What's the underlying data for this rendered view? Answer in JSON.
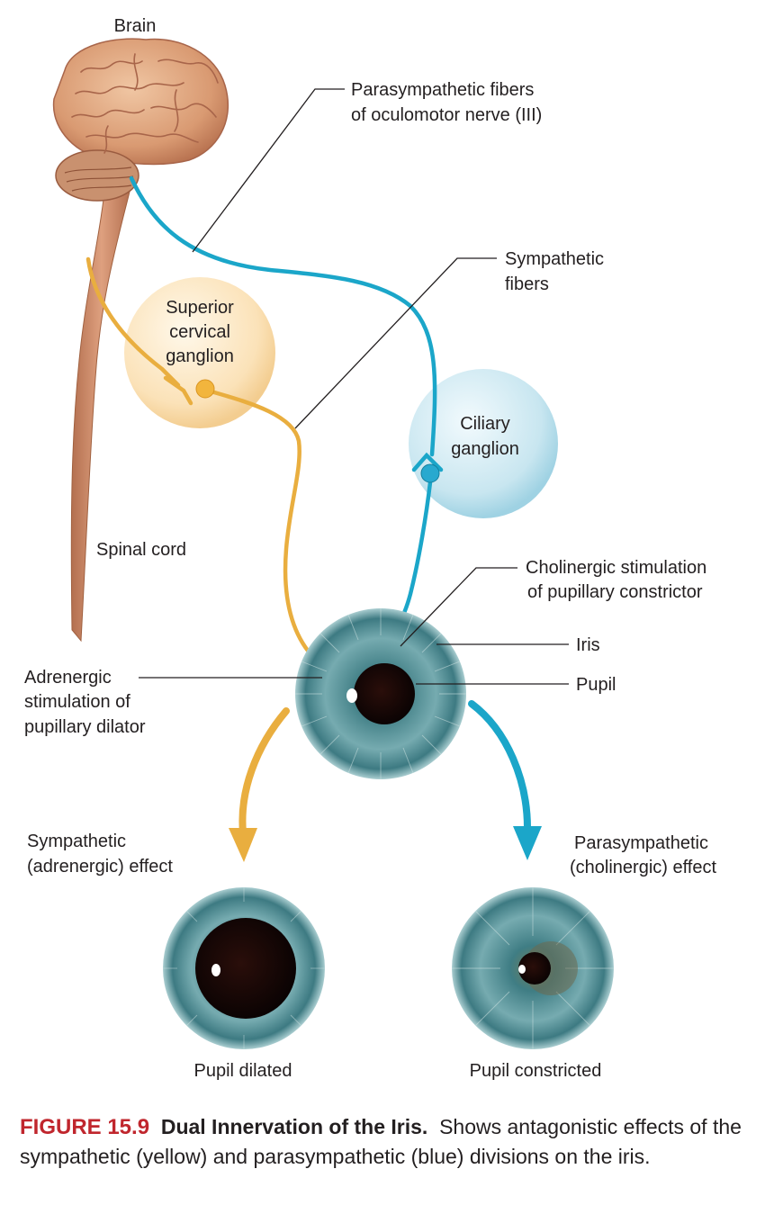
{
  "labels": {
    "brain": "Brain",
    "parasym_fibers_1": "Parasympathetic fibers",
    "parasym_fibers_2": "of oculomotor nerve (III)",
    "sym_fibers_1": "Sympathetic",
    "sym_fibers_2": "fibers",
    "superior_1": "Superior",
    "superior_2": "cervical",
    "superior_3": "ganglion",
    "ciliary_1": "Ciliary",
    "ciliary_2": "ganglion",
    "spinal_cord": "Spinal cord",
    "cholinergic_1": "Cholinergic stimulation",
    "cholinergic_2": "of pupillary constrictor",
    "iris": "Iris",
    "pupil": "Pupil",
    "adrenergic_1": "Adrenergic",
    "adrenergic_2": "stimulation of",
    "adrenergic_3": "pupillary dilator",
    "sym_effect_1": "Sympathetic",
    "sym_effect_2": "(adrenergic) effect",
    "parasym_effect_1": "Parasympathetic",
    "parasym_effect_2": "(cholinergic) effect",
    "pupil_dilated": "Pupil dilated",
    "pupil_constricted": "Pupil constricted"
  },
  "caption": {
    "figure": "FIGURE 15.9",
    "title": "Dual Innervation of the Iris.",
    "text": "Shows antagonistic effects of the sympathetic (yellow) and parasympathetic (blue) divisions on the iris."
  },
  "colors": {
    "sympathetic": "#e9ae3f",
    "parasympathetic": "#1ba6c9",
    "figure_label": "#c0262d",
    "iris": "#4f8f97"
  }
}
